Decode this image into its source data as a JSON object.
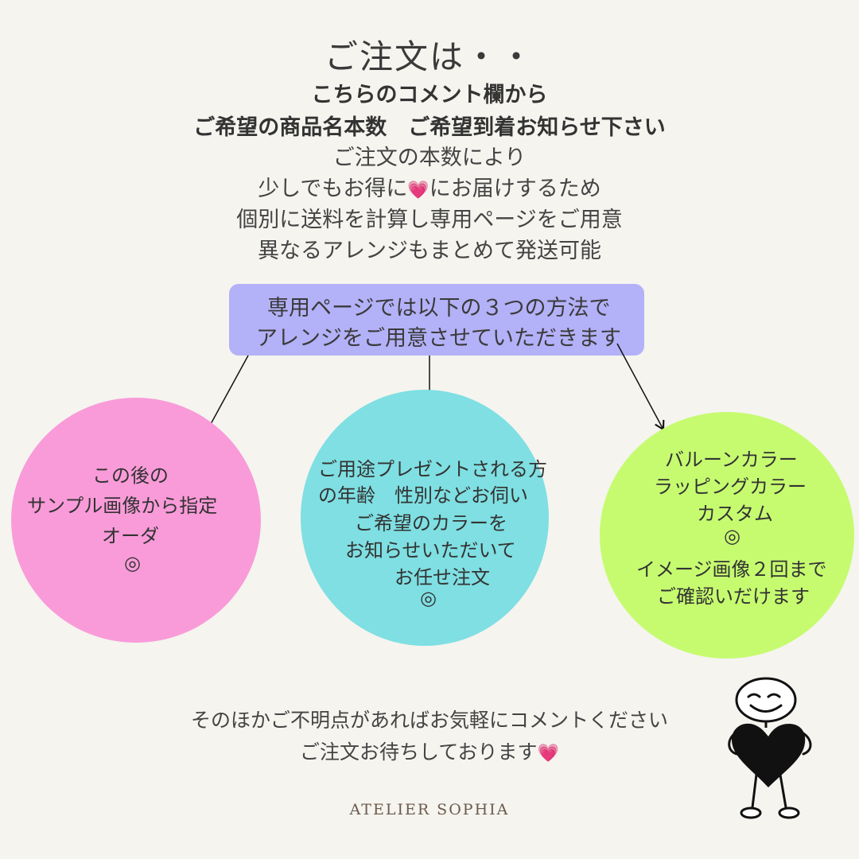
{
  "header": {
    "title": "ご注文は・・",
    "bold_lines": [
      "こちらのコメント欄から",
      "ご希望の商品名本数　ご希望到着お知らせ下さい"
    ],
    "lines": {
      "line1": "ご注文の本数により",
      "line2_before": "少しでもお得に",
      "line2_heart": "💗",
      "line2_after": "にお届けするため",
      "line3": "個別に送料を計算し専用ページをご用意",
      "line4": "異なるアレンジもまとめて発送可能"
    }
  },
  "method_box": {
    "line1": "専用ページでは以下の３つの方法で",
    "line2": "アレンジをご用意させていただきます"
  },
  "options": [
    {
      "color": "#f99bd9",
      "lines": [
        "この後の",
        "サンプル画像から指定",
        "オーダ",
        "◎"
      ]
    },
    {
      "color": "#7fdfe2",
      "lines": [
        "ご用途プレゼントされる方",
        "の年齢　性別などお伺い",
        "ご希望のカラーを",
        "お知らせいただいて",
        "お任せ注文",
        "◎"
      ]
    },
    {
      "color": "#c6fb70",
      "lines": [
        "バルーンカラー",
        "ラッピングカラー",
        "カスタム",
        "◎",
        "イメージ画像２回まで",
        "ご確認いだけます"
      ]
    }
  ],
  "footer": {
    "line1": "そのほかご不明点があればお気軽にコメントください",
    "line2_before": "ご注文お待ちしております",
    "line2_heart": "💗",
    "brand": "ATELIER SOPHIA"
  },
  "colors": {
    "background": "#f5f4ef",
    "method_box": "#b3b1f7",
    "heart": "#e64aa0"
  },
  "icons": [
    "smiley-heart-character-illustration",
    "arrow-icon"
  ]
}
